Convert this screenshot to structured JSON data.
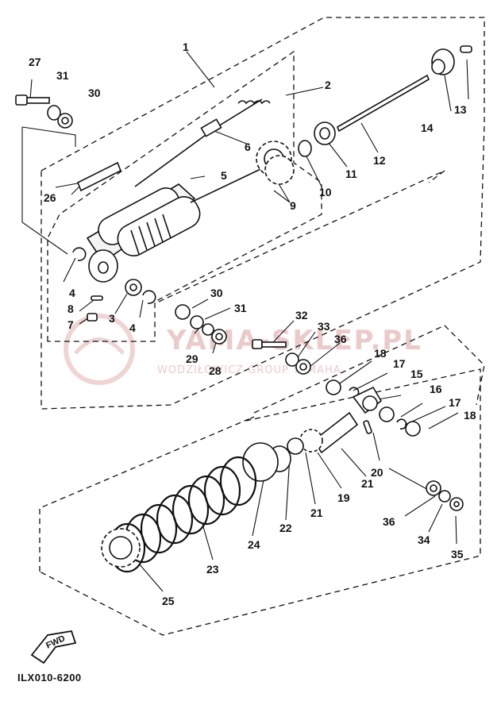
{
  "diagram": {
    "part_code": "ILX010-6200",
    "fwd_label": "FWD",
    "watermark": {
      "main": "YAMA-SKLEP.PL",
      "sub": "WODZIŁOWICZ GROUP YAMAHA"
    },
    "callouts": {
      "c1": "1",
      "c2": "2",
      "c3": "3",
      "c4a": "4",
      "c4b": "4",
      "c5": "5",
      "c6": "6",
      "c7": "7",
      "c8": "8",
      "c9": "9",
      "c10": "10",
      "c11": "11",
      "c12": "12",
      "c13": "13",
      "c14": "14",
      "c15": "15",
      "c16": "16",
      "c17a": "17",
      "c17b": "17",
      "c18a": "18",
      "c18b": "18",
      "c19": "19",
      "c20": "20",
      "c21a": "21",
      "c21b": "21",
      "c22": "22",
      "c23": "23",
      "c24": "24",
      "c25": "25",
      "c26": "26",
      "c27": "27",
      "c28": "28",
      "c29": "29",
      "c30a": "30",
      "c30b": "30",
      "c31a": "31",
      "c31b": "31",
      "c32": "32",
      "c33": "33",
      "c34": "34",
      "c35": "35",
      "c36a": "36",
      "c36b": "36"
    }
  }
}
